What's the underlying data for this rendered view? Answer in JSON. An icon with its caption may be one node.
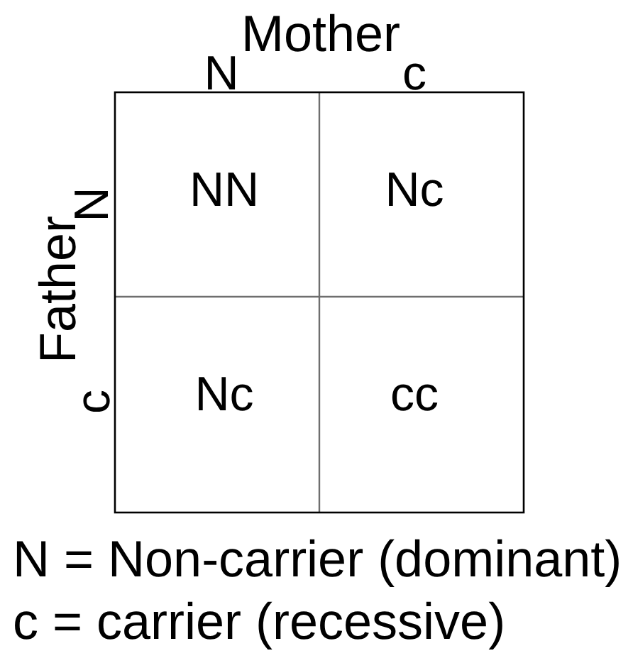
{
  "diagram": {
    "labels": [
      "Mother",
      "N",
      "c",
      "Father",
      "N",
      "NN",
      "Nc",
      "c",
      "Nc",
      "cc",
      "N = Non-carrier (dominant)",
      "c = carrier (recessive)"
    ]
  }
}
